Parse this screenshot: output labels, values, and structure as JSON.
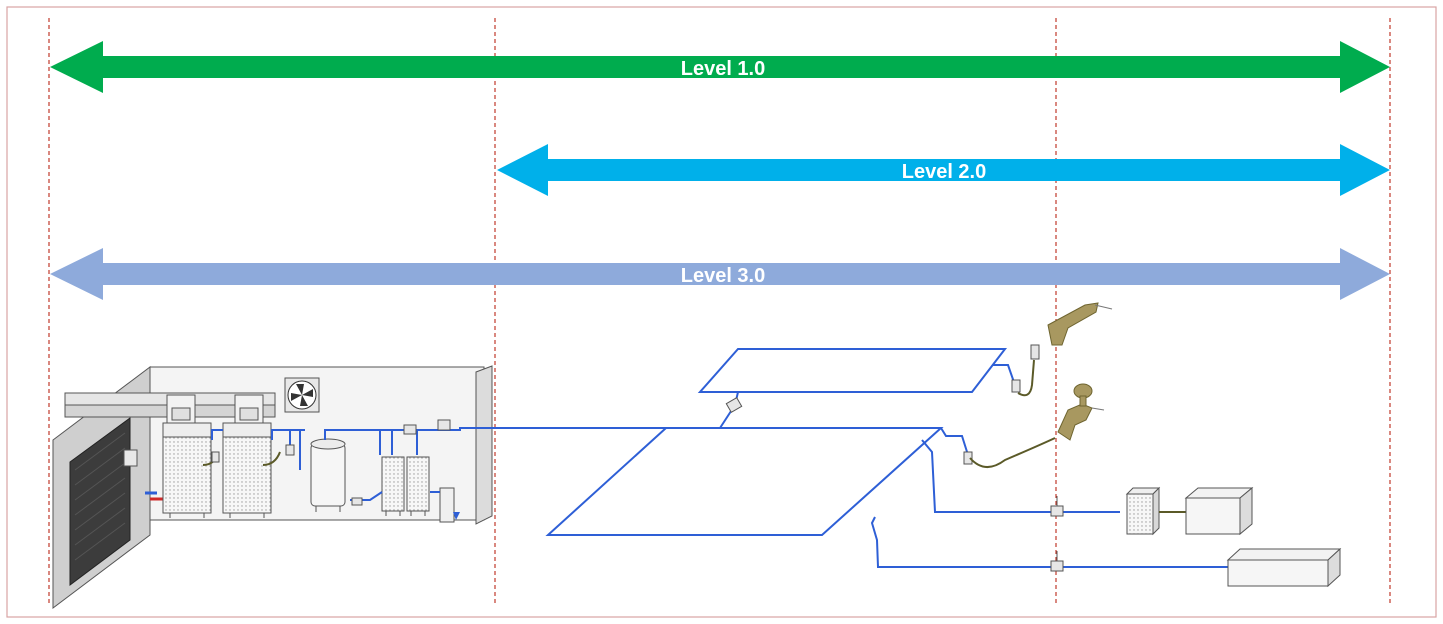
{
  "diagram": {
    "levels": [
      {
        "id": "level-1",
        "label": "Level 1.0",
        "color": "#00ac4e"
      },
      {
        "id": "level-2",
        "label": "Level 2.0",
        "color": "#00b0ea"
      },
      {
        "id": "level-3",
        "label": "Level 3.0",
        "color": "#8eaadb"
      }
    ],
    "colors": {
      "border": "#d9a3a3",
      "divider": "#c0392b",
      "pipe": "#2e5fd6",
      "hose": "#5b5a28",
      "spray_gun": "#a89860",
      "equipment_fill": "#f2f2f2",
      "equipment_stroke": "#555555"
    },
    "icons": [
      "fan-icon",
      "compressor-icon",
      "air-receiver-tank-icon",
      "dryer-icon",
      "filter-icon",
      "valve-icon",
      "spray-gun-icon",
      "machine-icon"
    ]
  }
}
